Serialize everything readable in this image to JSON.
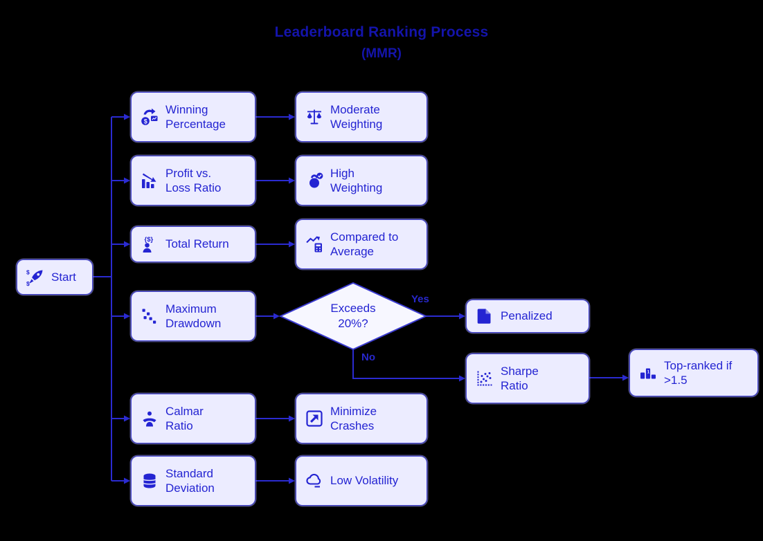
{
  "title": {
    "line1": "Leaderboard Ranking Process",
    "line2": "(MMR)"
  },
  "nodes": {
    "start": {
      "label": "Start",
      "icon": "rocket-dollar-icon"
    },
    "winning": {
      "label": "Winning\nPercentage",
      "icon": "exchange-dollar-icon"
    },
    "profit": {
      "label": "Profit vs.\nLoss Ratio",
      "icon": "declining-bars-icon"
    },
    "total_return": {
      "label": "Total Return",
      "icon": "person-dollar-icon"
    },
    "max_drawdown": {
      "label": "Maximum\nDrawdown",
      "icon": "drawdown-dots-icon"
    },
    "calmar": {
      "label": "Calmar\nRatio",
      "icon": "meditating-person-icon"
    },
    "std_dev": {
      "label": "Standard\nDeviation",
      "icon": "coin-stack-icon"
    },
    "moderate": {
      "label": "Moderate\nWeighting",
      "icon": "balance-scale-icon"
    },
    "high": {
      "label": "High\nWeighting",
      "icon": "kettlebell-check-icon"
    },
    "compared": {
      "label": "Compared to\nAverage",
      "icon": "chart-calculator-icon"
    },
    "minimize": {
      "label": "Minimize\nCrashes",
      "icon": "box-arrow-icon"
    },
    "low_vol": {
      "label": "Low Volatility",
      "icon": "cloud-icon"
    },
    "penalized": {
      "label": "Penalized",
      "icon": "flagged-document-icon"
    },
    "sharpe": {
      "label": "Sharpe\nRatio",
      "icon": "scatter-plot-icon"
    },
    "top_ranked": {
      "label": "Top-ranked if\n>1.5",
      "icon": "podium-icon"
    }
  },
  "decision": {
    "label": "Exceeds\n20%?"
  },
  "edge_labels": {
    "yes": "Yes",
    "no": "No"
  },
  "colors": {
    "background": "#000000",
    "title_text": "#1414ab",
    "node_fill": "#ececff",
    "node_border": "#4444d4",
    "node_text": "#2424d2",
    "edge_line": "#2b2bd1",
    "diamond_fill": "#f7f7ff"
  }
}
